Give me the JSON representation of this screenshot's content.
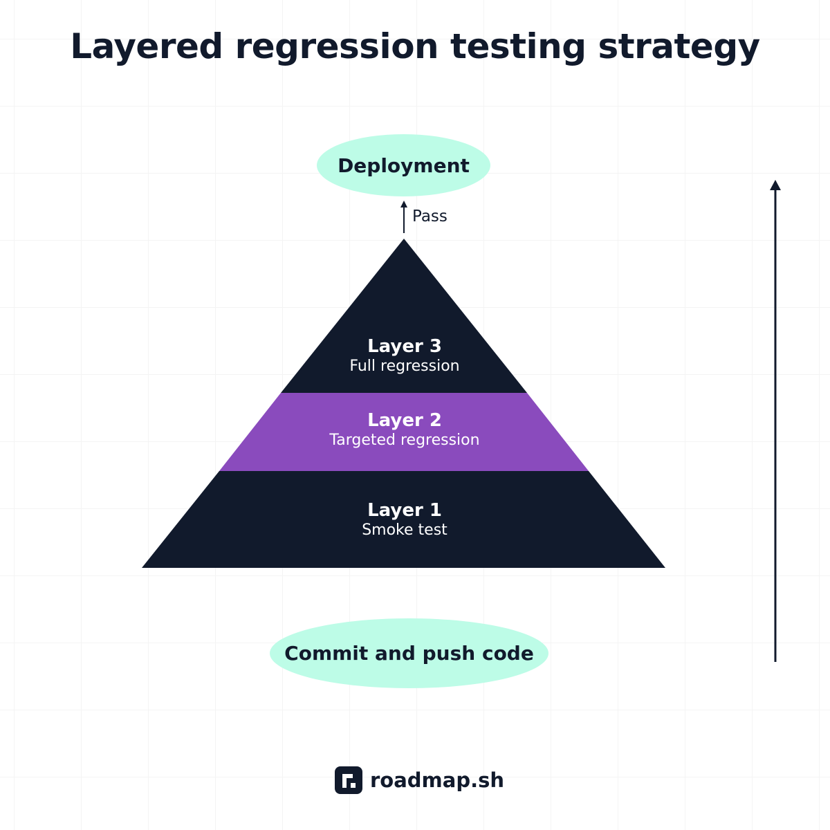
{
  "title": "Layered regression testing strategy",
  "top_node": {
    "label": "Deployment"
  },
  "bottom_node": {
    "label": "Commit and push code"
  },
  "connector": {
    "label": "Pass"
  },
  "layers": [
    {
      "name": "Layer 3",
      "description": "Full regression",
      "color": "#111a2c"
    },
    {
      "name": "Layer 2",
      "description": "Targeted regression",
      "color": "#8a4bbd"
    },
    {
      "name": "Layer 1",
      "description": "Smoke test",
      "color": "#111a2c"
    }
  ],
  "colors": {
    "dark": "#111a2c",
    "purple": "#8a4bbd",
    "mint": "#bdfce7"
  },
  "brand": {
    "name": "roadmap.sh",
    "icon": "roadmap-logo-icon"
  }
}
